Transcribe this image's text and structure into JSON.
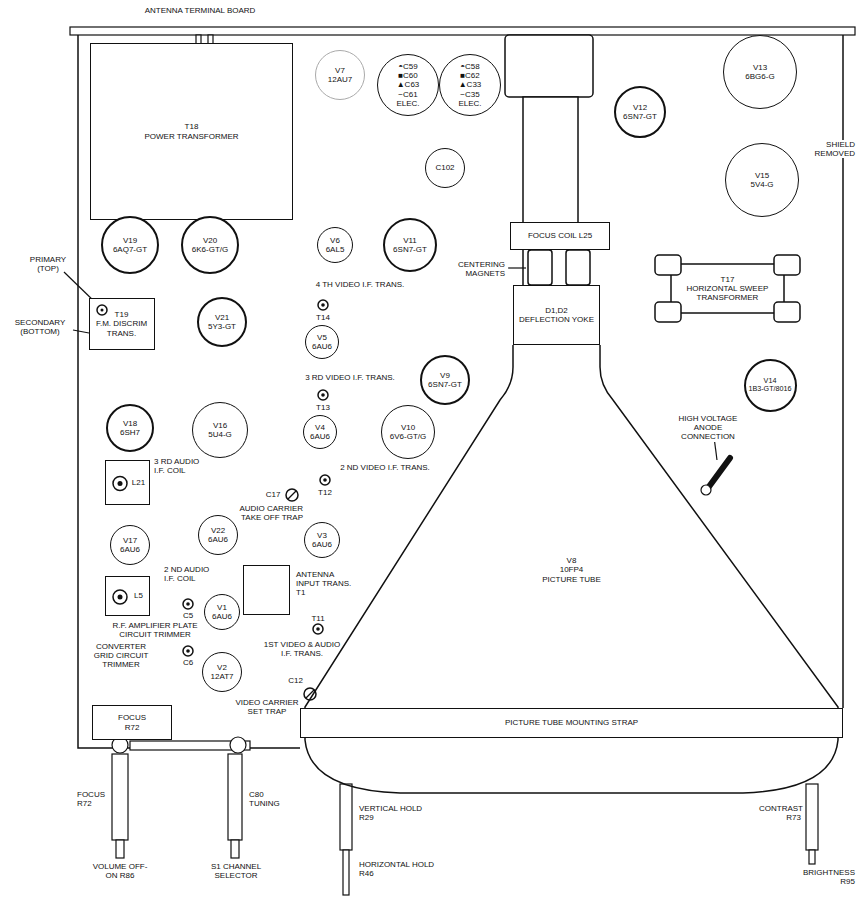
{
  "diagram": {
    "nodes": [
      {
        "text": [
          "T18",
          "POWER TRANSFORMER"
        ]
      },
      {
        "text": [
          "V7",
          "12AU7"
        ]
      },
      {
        "text": [
          "◓C59",
          "■C60",
          "▲C63",
          "−C61",
          "ELEC."
        ]
      },
      {
        "text": [
          "◓C58",
          "■C62",
          "▲C33",
          "−C35",
          "ELEC."
        ]
      },
      {
        "text": [
          "V13",
          "6BG6-G"
        ]
      },
      {
        "text": [
          "V12",
          "6SN7-GT"
        ]
      },
      {
        "text": [
          "C102"
        ]
      },
      {
        "text": [
          "V15",
          "5V4-G"
        ]
      },
      {
        "text": [
          "V19",
          "6AQ7-GT"
        ]
      },
      {
        "text": [
          "V20",
          "6K6-GT/G"
        ]
      },
      {
        "text": [
          "V6",
          "6AL5"
        ]
      },
      {
        "text": [
          "V11",
          "6SN7-GT"
        ]
      },
      {
        "text": [
          "FOCUS COIL L25"
        ]
      },
      {
        "text": [
          "T17",
          "HORIZONTAL SWEEP TRANSFORMER"
        ]
      },
      {
        "text": [
          "T19",
          "F.M. DISCRIM TRANS."
        ]
      },
      {
        "text": [
          "V21",
          "5Y3-GT"
        ]
      },
      {
        "text": [
          "V5",
          "6AU6"
        ]
      },
      {
        "text": [
          "D1,D2",
          "DEFLECTION YOKE"
        ]
      },
      {
        "text": [
          "V9",
          "6SN7-GT"
        ]
      },
      {
        "text": [
          "V14",
          "1B3-GT/8016"
        ]
      },
      {
        "text": [
          "V18",
          "6SH7"
        ]
      },
      {
        "text": [
          "V16",
          "5U4-G"
        ]
      },
      {
        "text": [
          "V4",
          "6AU6"
        ]
      },
      {
        "text": [
          "V10",
          "6V6-GT/G"
        ]
      },
      {
        "text": [
          "3 RD AUDIO I.F. COIL",
          "L21"
        ]
      },
      {
        "text": [
          "V22",
          "6AU6"
        ]
      },
      {
        "text": [
          "V3",
          "6AU6"
        ]
      },
      {
        "text": [
          "V17",
          "6AU6"
        ]
      },
      {
        "text": [
          "ANTENNA INPUT TRANS. T1"
        ]
      },
      {
        "text": [
          "2 ND AUDIO I.F. COIL",
          "L5"
        ]
      },
      {
        "text": [
          "V1",
          "6AU6"
        ]
      },
      {
        "text": [
          "V2",
          "12AT7"
        ]
      },
      {
        "text": [
          "FOCUS",
          "R72"
        ]
      },
      {
        "text": [
          "V8",
          "10FP4",
          "PICTURE TUBE"
        ]
      },
      {
        "text": [
          "PICTURE TUBE MOUNTING STRAP"
        ]
      }
    ],
    "labels": [
      "ANTENNA TERMINAL BOARD",
      "SHIELD REMOVED",
      "PRIMARY (TOP)",
      "SECONDARY (BOTTOM)",
      "CENTERING MAGNETS",
      "4 TH VIDEO I.F. TRANS.",
      "T14",
      "3 RD VIDEO I.F. TRANS.",
      "T13",
      "HIGH VOLTAGE ANODE CONNECTION",
      "2 ND VIDEO I.F. TRANS.",
      "T12",
      "C17",
      "AUDIO CARRIER TAKE OFF TRAP",
      "C5",
      "R.F. AMPLIFIER PLATE CIRCUIT TRIMMER",
      "T11",
      "1ST VIDEO & AUDIO I.F. TRANS.",
      "CONVERTER GRID CIRCUIT TRIMMER",
      "C6",
      "C12",
      "VIDEO CARRIER SET TRAP",
      "FOCUS R72",
      "C80 TUNING",
      "VERTICAL HOLD R29",
      "CONTRAST R73",
      "VOLUME OFF-ON R86",
      "S1 CHANNEL SELECTOR",
      "HORIZONTAL HOLD R46",
      "BRIGHTNESS R95"
    ]
  }
}
